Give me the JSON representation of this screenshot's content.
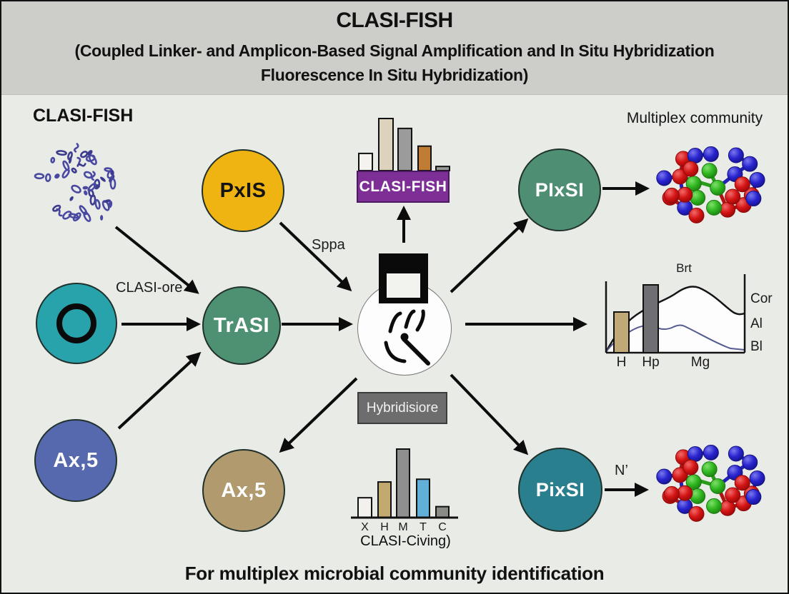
{
  "header": {
    "title": "CLASI-FISH",
    "subtitle1": "(Coupled Linker- and Amplicon-Based Signal Amplification and In Situ Hybridization",
    "subtitle2": "Fluorescence In Situ Hybridization)"
  },
  "section_label": "CLASI-FISH",
  "annotations": {
    "clasi_ore": "CLASI-ore",
    "sppa": "Sppa",
    "multiplex_community": "Multiplex community",
    "n_prime": "N’"
  },
  "nodes": {
    "pxis": {
      "label": "PxIS",
      "color": "#f0b412"
    },
    "trasi": {
      "label": "TrASI",
      "color": "#4e9172"
    },
    "ax5_blue": {
      "label": "Ax,5",
      "color": "#5668ae"
    },
    "ax5_brown": {
      "label": "Ax,5",
      "color": "#b09a6e"
    },
    "pixsi_top": {
      "label": "PIxSI",
      "color": "#4e8f73"
    },
    "pixsi_bottom": {
      "label": "PixSI",
      "color": "#2a7f8e"
    },
    "sample_teal": {
      "color": "#29a3ab"
    }
  },
  "process_boxes": {
    "clasi_fish": {
      "label": "CLASI-FISH",
      "bg": "#7e2f96"
    },
    "hybridization": {
      "label": "Hybridisiore",
      "bg": "#6d6d6d"
    }
  },
  "footer_caption": "For multiplex microbial community identification",
  "palette": {
    "background": "#e9ebe7",
    "header_band": "#cdcdca",
    "arrow": "#0c0c0c",
    "bacteria": "#4a49a2",
    "molecule_red": "#d41414",
    "molecule_green": "#2fb51f",
    "molecule_blue": "#2824cf"
  },
  "chart_data": [
    {
      "type": "bar",
      "name": "labeled-probe-bars-top",
      "categories": [
        "",
        "",
        "",
        "",
        ""
      ],
      "values": [
        33,
        100,
        81,
        47,
        8
      ],
      "colors": [
        "#f4f3ef",
        "#ddd3bd",
        "#9b9b9b",
        "#c07c35",
        "#9a9a97"
      ],
      "title": "CLASI-FISH",
      "xlabel": "",
      "ylabel": "",
      "ylim": [
        0,
        100
      ]
    },
    {
      "type": "bar",
      "name": "spectral-histogram-bottom",
      "categories": [
        "X",
        "H",
        "M",
        "T",
        "C"
      ],
      "values": [
        29,
        52,
        100,
        56,
        16
      ],
      "colors": [
        "#f2f1ed",
        "#c2a96f",
        "#8f8f8f",
        "#61aed6",
        "#8a8a87"
      ],
      "title": "CLASI-Civing)",
      "xlabel": "",
      "ylabel": "",
      "ylim": [
        0,
        100
      ]
    },
    {
      "type": "mixed",
      "name": "spectral-curves-right",
      "title": "Brt",
      "categories": [
        "H",
        "Hp",
        "Mg"
      ],
      "bar_values": [
        57,
        95
      ],
      "bar_colors": [
        "#c0a877",
        "#6f6f73"
      ],
      "right_labels": [
        "Cor",
        "Al",
        "Bl"
      ],
      "curves": [
        "black-envelope",
        "blue-baseline"
      ]
    }
  ]
}
